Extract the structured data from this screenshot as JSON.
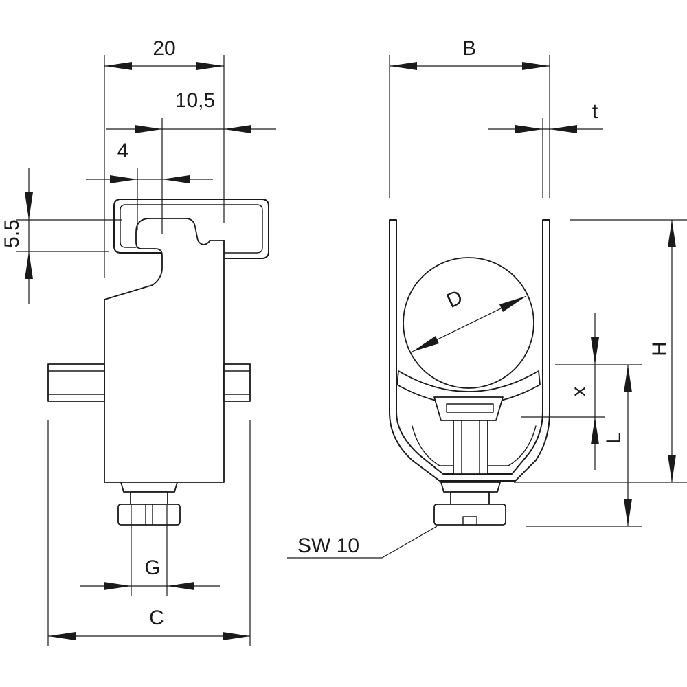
{
  "labels": {
    "dim_20": "20",
    "dim_10_5": "10,5",
    "dim_4": "4",
    "dim_5_5": "5.5",
    "dim_b": "B",
    "dim_t": "t",
    "dim_d": "D",
    "dim_h": "H",
    "dim_x": "x",
    "dim_l": "L",
    "dim_g": "G",
    "dim_c": "C",
    "callout_sw10": "SW 10"
  }
}
